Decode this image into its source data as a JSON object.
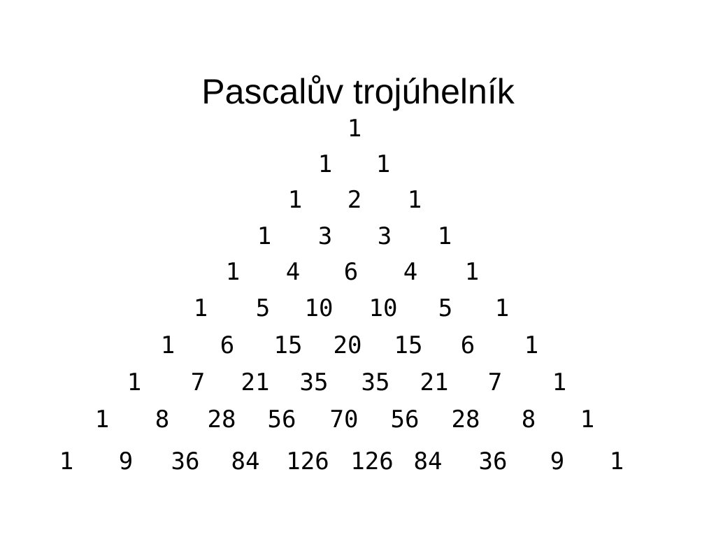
{
  "slide": {
    "title": "Pascalův trojúhelník",
    "rows": [
      [
        "1"
      ],
      [
        "1",
        "1"
      ],
      [
        "1",
        "2",
        "1"
      ],
      [
        "1",
        "3",
        "3",
        "1"
      ],
      [
        "1",
        "4",
        "6",
        "4",
        "1"
      ],
      [
        "1",
        "5",
        "10",
        "10",
        "5",
        "1"
      ],
      [
        "1",
        "6",
        "15",
        "20",
        "15",
        "6",
        "1"
      ],
      [
        "1",
        "7",
        "21",
        "35",
        "35",
        "21",
        "7",
        "1"
      ],
      [
        "1",
        "8",
        "28",
        "56",
        "70",
        "56",
        "28",
        "8",
        "1"
      ],
      [
        "1",
        "9",
        "36",
        "84",
        "126",
        "126",
        "84",
        "36",
        "9",
        "1"
      ]
    ]
  }
}
